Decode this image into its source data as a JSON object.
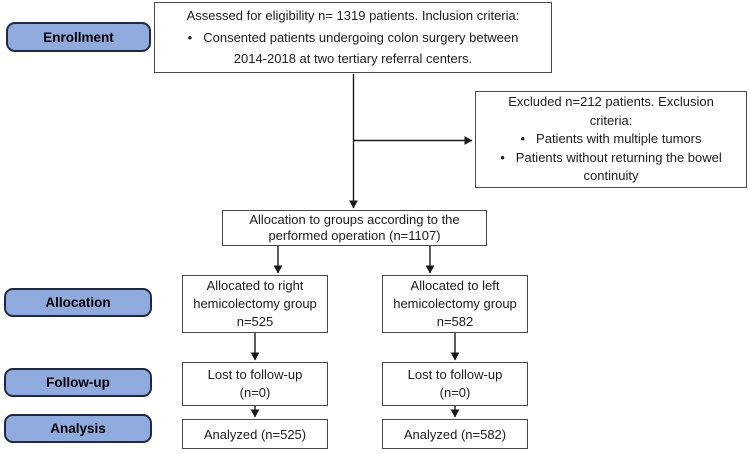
{
  "glyphs": {
    "bullet": "•"
  },
  "colors": {
    "stage_fill": "#8faadc",
    "stage_border": "#1e2a45",
    "box_border": "#4a4a4a",
    "connector": "#1a1a1a",
    "background": "#ffffff",
    "text": "#1c1c1c"
  },
  "stages": [
    {
      "label": "Enrollment"
    },
    {
      "label": "Allocation"
    },
    {
      "label": "Follow-up"
    },
    {
      "label": "Analysis"
    }
  ],
  "boxes": {
    "eligibility": {
      "line1": "Assessed for eligibility n= 1319 patients. Inclusion criteria:",
      "bullet1": "Consented patients undergoing colon surgery between",
      "line3": "2014-2018 at two tertiary referral centers."
    },
    "excluded": {
      "line1": "Excluded n=212 patients. Exclusion",
      "line2": "criteria:",
      "bullet1": "Patients with multiple tumors",
      "bullet2": "Patients without returning the bowel",
      "line5": "continuity"
    },
    "allocation": {
      "line1": "Allocation to groups according to the",
      "line2": "performed operation (n=1107)"
    },
    "right_group": {
      "line1": "Allocated to right",
      "line2": "hemicolectomy group",
      "line3": "n=525"
    },
    "left_group": {
      "line1": "Allocated to left",
      "line2": "hemicolectomy group",
      "line3": "n=582"
    },
    "followup_right": {
      "line1": "Lost to follow-up",
      "line2": "(n=0)"
    },
    "followup_left": {
      "line1": "Lost to follow-up",
      "line2": "(n=0)"
    },
    "analyzed_right": {
      "label": "Analyzed (n=525)"
    },
    "analyzed_left": {
      "label": "Analyzed (n=582)"
    }
  }
}
